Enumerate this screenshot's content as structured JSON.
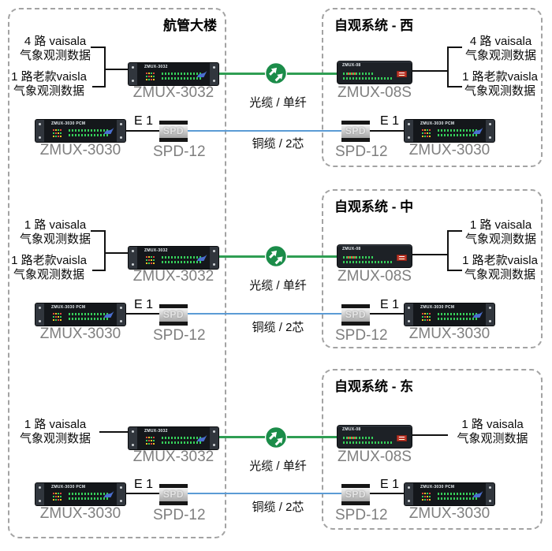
{
  "boxes": {
    "building": {
      "title": "航管大楼"
    },
    "west": {
      "title": "自观系统 - 西"
    },
    "center": {
      "title": "自观系统 - 中"
    },
    "east": {
      "title": "自观系统 - 东"
    }
  },
  "links": {
    "fiber_label": "光缆 / 单纤",
    "copper_label": "铜缆 / 2芯",
    "e1_label": "E 1",
    "fiber_color": "#2f9e53",
    "copper_color": "#5b9bd5",
    "node_color": "#1b8c49"
  },
  "devices": {
    "zmux3032_label": "ZMUX-3032",
    "zmux3030_label": "ZMUX-3030",
    "zmux08s_label": "ZMUX-08S",
    "spd12_label": "SPD-12",
    "spd_panel_text": "SPD",
    "zmux3032_panel_text": "ZMUX-3032",
    "zmux3030_panel_text": "ZMUX-3030 PCM",
    "zmux08_panel_text": "ZMUX-08"
  },
  "rows": {
    "west": {
      "left_top": [
        "4 路 vaisala",
        "气象观测数据"
      ],
      "left_bottom": [
        "1 路老款vaisla",
        "气象观测数据"
      ],
      "right_top": [
        "4 路 vaisala",
        "气象观测数据"
      ],
      "right_bottom": [
        "1 路老款vaisla",
        "气象观测数据"
      ]
    },
    "center": {
      "left_top": [
        "1 路 vaisala",
        "气象观测数据"
      ],
      "left_bottom": [
        "1 路老款vaisla",
        "气象观测数据"
      ],
      "right_top": [
        "1 路 vaisala",
        "气象观测数据"
      ],
      "right_bottom": [
        "1 路老款vaisla",
        "气象观测数据"
      ]
    },
    "east": {
      "left": [
        "1 路 vaisala",
        "气象观测数据"
      ],
      "right": [
        "1 路 vaisala",
        "气象观测数据"
      ]
    }
  }
}
